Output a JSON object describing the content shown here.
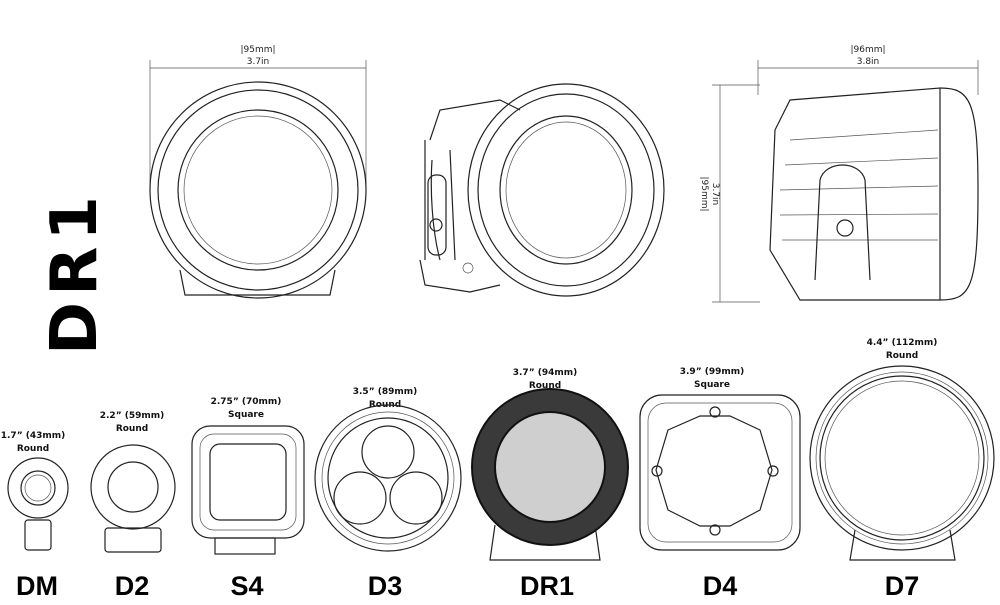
{
  "logo": "DR1",
  "dimensions": {
    "front_width": {
      "mm": "|95mm|",
      "in": "3.7in"
    },
    "side_width": {
      "mm": "|96mm|",
      "in": "3.8in"
    },
    "side_height": {
      "mm": "|95mm|",
      "in": "3.7in"
    }
  },
  "models": [
    {
      "name": "DM",
      "size": "1.7”  (43mm)",
      "shape": "Round"
    },
    {
      "name": "D2",
      "size": "2.2” (59mm)",
      "shape": "Round"
    },
    {
      "name": "S4",
      "size": "2.75” (70mm)",
      "shape": "Square"
    },
    {
      "name": "D3",
      "size": "3.5” (89mm)",
      "shape": "Round"
    },
    {
      "name": "DR1",
      "size": "3.7” (94mm)",
      "shape": "Round"
    },
    {
      "name": "D4",
      "size": "3.9” (99mm)",
      "shape": "Square"
    },
    {
      "name": "D7",
      "size": "4.4” (112mm)",
      "shape": "Round"
    }
  ]
}
